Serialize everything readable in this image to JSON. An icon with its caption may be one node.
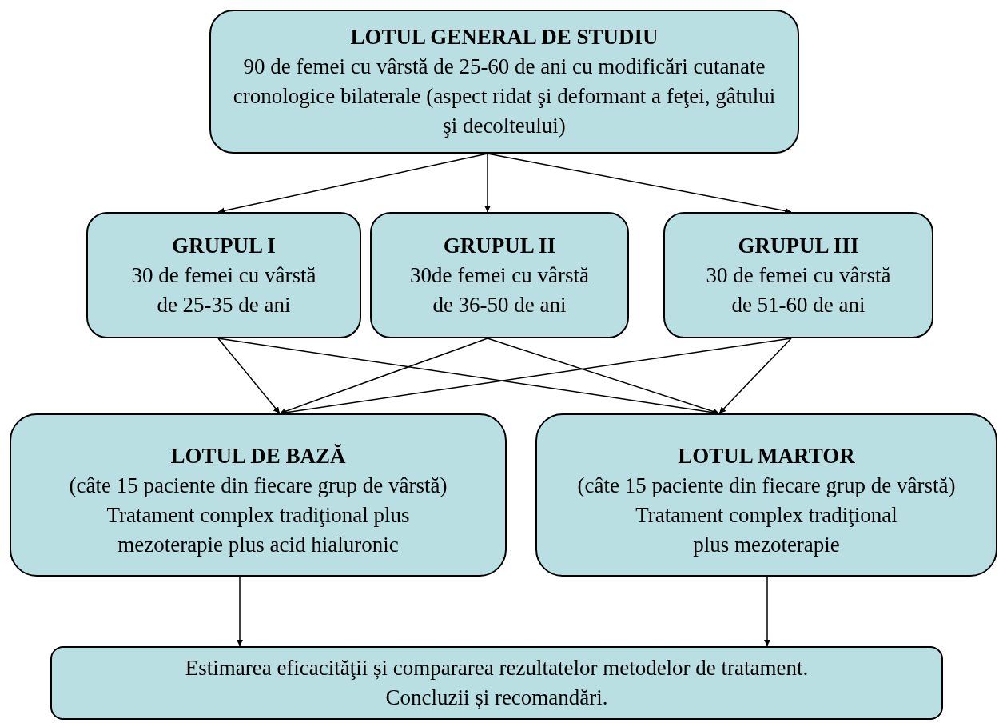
{
  "diagram": {
    "nodes": [
      {
        "text": [
          "LOTUL GENERAL DE STUDIU",
          "90 de femei cu vârstă de 25-60 de ani cu modificări cutanate cronologice bilaterale (aspect ridat şi deformant a feţei, gâtului şi decolteului)"
        ]
      },
      {
        "text": [
          "GRUPUL I",
          "30 de femei cu vârstă de 25-35 de ani"
        ]
      },
      {
        "text": [
          "GRUPUL II",
          "30de femei cu vârstă de 36-50 de ani"
        ]
      },
      {
        "text": [
          "GRUPUL III",
          "30 de femei cu vârstă de 51-60 de ani"
        ]
      },
      {
        "text": [
          "LOTUL DE BAZĂ",
          "(câte 15 paciente din fiecare grup de vârstă)",
          "Tratament complex tradiţional plus mezoterapie plus acid hialuronic"
        ]
      },
      {
        "text": [
          "LOTUL MARTOR",
          "(câte 15 paciente din fiecare grup de vârstă)",
          "Tratament complex tradiţional plus mezoterapie"
        ]
      },
      {
        "text": [
          "Estimarea eficacităţii și compararea rezultatelor metodelor de tratament.",
          "Concluzii și recomandări."
        ]
      }
    ],
    "edges": [
      {
        "from": 0,
        "to": 1,
        "arrow": "to"
      },
      {
        "from": 0,
        "to": 2,
        "arrow": "to"
      },
      {
        "from": 0,
        "to": 3,
        "arrow": "to"
      },
      {
        "from": 1,
        "to": 4,
        "arrow": "to"
      },
      {
        "from": 1,
        "to": 5,
        "arrow": "to"
      },
      {
        "from": 2,
        "to": 4,
        "arrow": "to"
      },
      {
        "from": 2,
        "to": 5,
        "arrow": "to"
      },
      {
        "from": 3,
        "to": 4,
        "arrow": "to"
      },
      {
        "from": 3,
        "to": 5,
        "arrow": "to"
      },
      {
        "from": 4,
        "to": 6,
        "arrow": "to"
      },
      {
        "from": 5,
        "to": 6,
        "arrow": "to"
      }
    ]
  }
}
